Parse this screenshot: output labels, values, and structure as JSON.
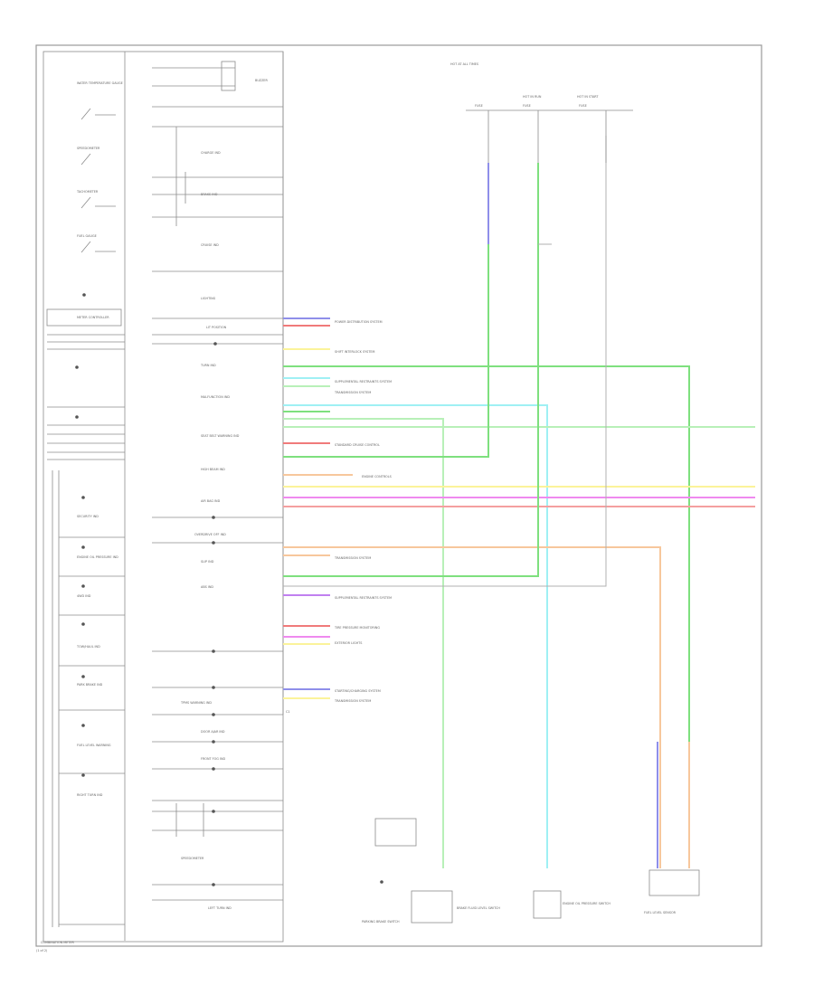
{
  "footer": {
    "caption": "COMBINATION METER",
    "sub": "(1 of 2)"
  },
  "colors": {
    "frame": "#9a9a9a",
    "green": "#7ee07e",
    "light_green": "#b8f0b8",
    "cyan": "#9ff0f4",
    "yellow": "#fbf39a",
    "magenta": "#ef8aef",
    "pink": "#f4a0a0",
    "orange": "#f7c79c",
    "blue": "#8f8fea",
    "red": "#f07a7a",
    "violet": "#c080f0"
  },
  "left_labels": [
    "WATER TEMPERATURE GAUGE",
    "SPEEDOMETER",
    "TACHOMETER",
    "FUEL GAUGE",
    "METER CONTROLLER",
    "SECURITY IND",
    "ENGINE OIL PRESSURE IND",
    "4WD IND",
    "TOW/HAUL IND",
    "PARK BRAKE IND",
    "FUEL LEVEL WARNING",
    "RIGHT TURN IND"
  ],
  "center_labels": [
    "BUZZER",
    "CHARGE IND",
    "BRAKE IND",
    "CRUISE IND",
    "LIGHTING",
    "LIT POSITION",
    "TURN IND",
    "MALFUNCTION IND",
    "SEAT BELT WARNING IND",
    "HIGH BEAM IND",
    "AIR BAG IND",
    "OVERDRIVE OFF IND",
    "SLIP IND",
    "ABS IND",
    "TPMS WARNING IND",
    "DOOR AJAR IND",
    "FRONT FOG IND",
    "SPEEDOMETER",
    "LEFT TURN IND"
  ],
  "right_system_labels": [
    "POWER DISTRIBUTION SYSTEM",
    "SHIFT INTERLOCK SYSTEM",
    "SUPPLEMENTAL RESTRAINTS SYSTEM",
    "TRANSMISSION SYSTEM",
    "STANDARD CRUISE CONTROL",
    "ENGINE CONTROLS",
    "TRANSMISSION SYSTEM",
    "SUPPLEMENTAL RESTRAINTS SYSTEM",
    "TIRE PRESSURE MONITORING",
    "EXTERIOR LIGHTS",
    "STARTING/CHARGING SYSTEM",
    "TRANSMISSION SYSTEM"
  ],
  "top_labels": {
    "supply": "HOT AT ALL TIMES",
    "fuse_a": "FUSE",
    "fuse_b": "FUSE",
    "fuse_c": "FUSE",
    "hot_run": "HOT IN RUN",
    "hot_start": "HOT IN START"
  },
  "bottom_components": [
    "PARKING BRAKE SWITCH",
    "BRAKE FLUID LEVEL SWITCH",
    "ENGINE OIL PRESSURE SWITCH",
    "FUEL LEVEL SENSOR"
  ],
  "connector_label": "C1"
}
